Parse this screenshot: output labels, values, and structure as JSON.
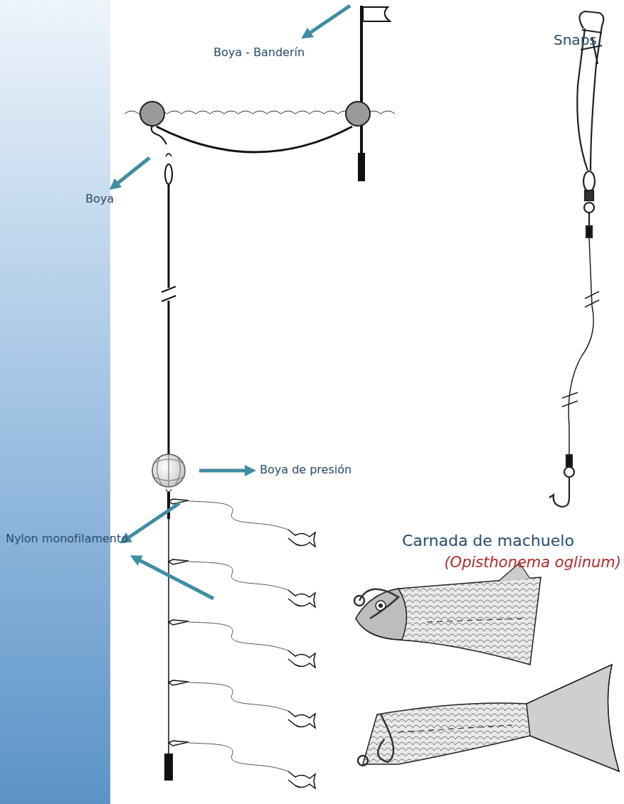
{
  "diagram": {
    "labels": [
      "Boya - Banderín",
      "Snaps",
      "Boya",
      "Boya de presión",
      "Nylon monofilamento",
      "Carnada de machuelo",
      "(Opisthonema oglinum)"
    ]
  }
}
